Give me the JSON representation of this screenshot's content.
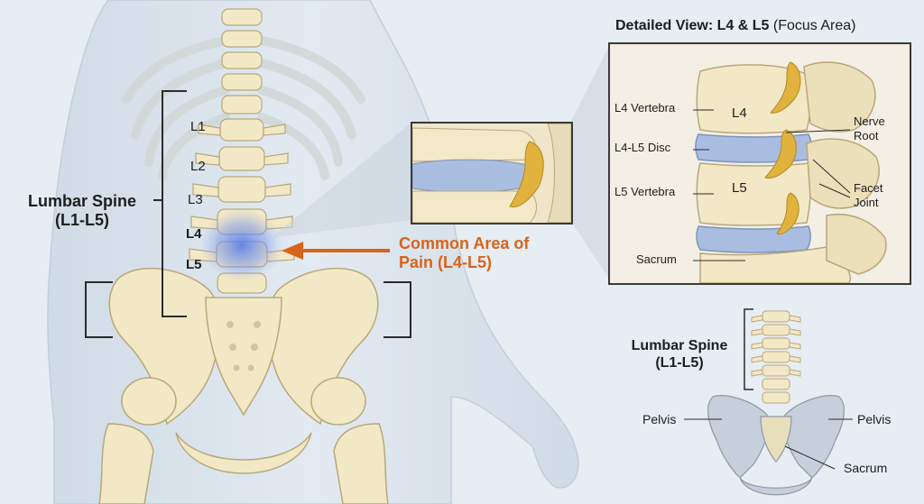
{
  "main_figure": {
    "lumbar_label_line1": "Lumbar Spine",
    "lumbar_label_line2": "(L1-L5)",
    "vertebra_labels": [
      "L1",
      "L2",
      "L3",
      "L4",
      "L5"
    ],
    "pain_label_line1": "Common Area of",
    "pain_label_line2": "Pain (L4-L5)"
  },
  "detail_view": {
    "title_bold": "Detailed View: L4 & L5",
    "title_normal": "(Focus Area)",
    "left_labels": {
      "l4_vertebra": "L4 Vertebra",
      "l4_l5_disc": "L4-L5 Disc",
      "l5_vertebra": "L5 Vertebra",
      "sacrum": "Sacrum"
    },
    "in_bone_labels": {
      "l4": "L4",
      "l5": "L5"
    },
    "right_labels": {
      "nerve_root_line1": "Nerve",
      "nerve_root_line2": "Root",
      "facet_joint_line1": "Facet",
      "facet_joint_line2": "Joint"
    }
  },
  "small_diagram": {
    "lumbar_line1": "Lumbar Spine",
    "lumbar_line2": "(L1-L5)",
    "pelvis_left": "Pelvis",
    "pelvis_right": "Pelvis",
    "sacrum": "Sacrum"
  },
  "colors": {
    "background": "#e6edf3",
    "body_silhouette": "#d5e0ea",
    "bone": "#f2e8c6",
    "bone_outline": "#b9a77a",
    "disc": "#a9bde0",
    "pain_highlight": "#5b7fe8",
    "pain_accent": "#d9631a",
    "nerve": "#e2b23f"
  }
}
